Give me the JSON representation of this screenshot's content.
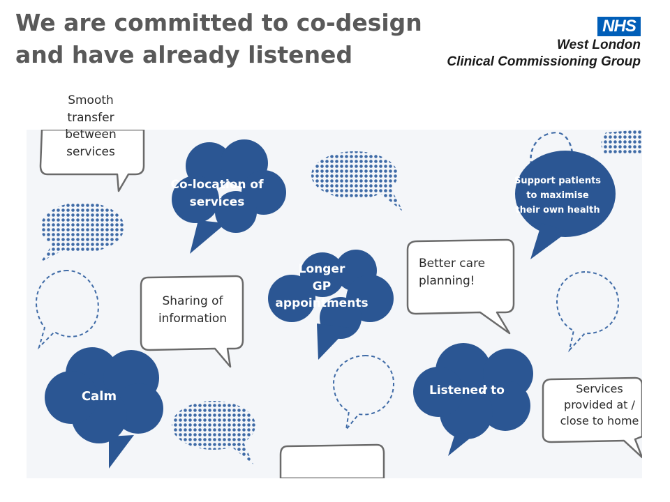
{
  "slide": {
    "title_lines": [
      "We are committed to co-design",
      "and have already listened"
    ]
  },
  "logo": {
    "badge": "NHS",
    "org_line1": "West London",
    "org_line2": "Clinical Commissioning Group",
    "badge_color": "#005eb8"
  },
  "colors": {
    "bubble_blue": "#2b5693",
    "outline_gray": "#666666",
    "dotted_blue": "#3e6aa6",
    "background_panel": "#f4f6f9"
  },
  "bubbles": {
    "smooth_transfer": [
      "Smooth",
      "transfer",
      "between",
      "services"
    ],
    "co_location": [
      "Co-location of",
      "services"
    ],
    "support_patients": [
      "Support patients",
      "to maximise",
      "their own health"
    ],
    "better_care": [
      "Better care",
      "planning!"
    ],
    "longer_gp": [
      "Longer",
      "GP",
      "appointments"
    ],
    "sharing": [
      "Sharing of",
      "information"
    ],
    "calm": [
      "Calm"
    ],
    "listened": [
      "Listened to"
    ],
    "services_home": [
      "Services",
      "provided at /",
      "close to home"
    ]
  }
}
